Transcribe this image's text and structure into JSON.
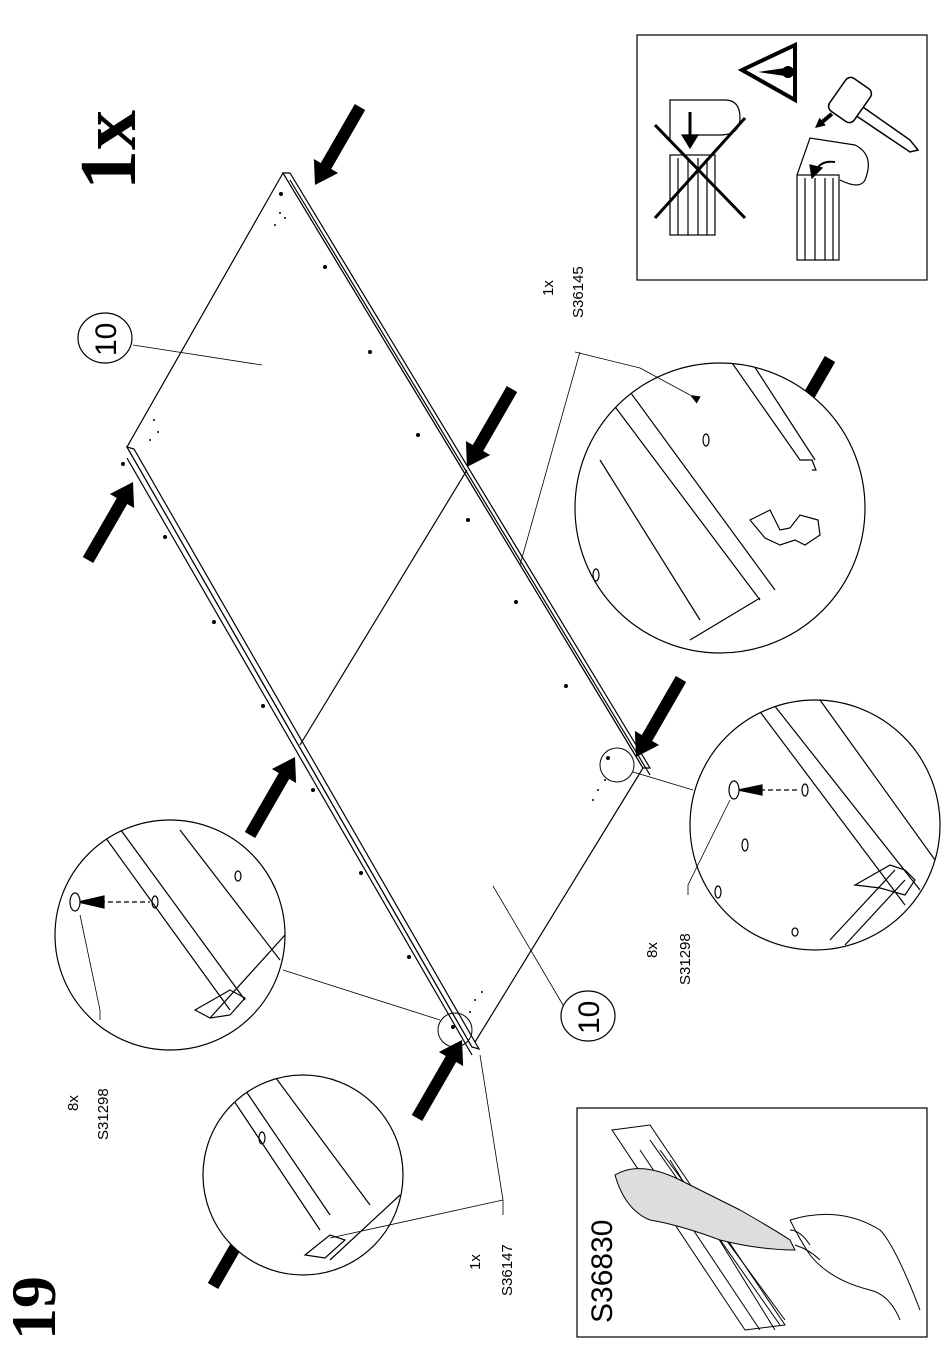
{
  "step_number": "19",
  "quantity": "1x",
  "part_number": "10",
  "callouts": {
    "profile_top": {
      "qty": "1x",
      "code": "S36145"
    },
    "profile_bottom": {
      "qty": "1x",
      "code": "S36147"
    },
    "screw_left": {
      "qty": "8x",
      "code": "S31298"
    },
    "screw_right": {
      "qty": "8x",
      "code": "S31298"
    }
  },
  "tape_box_code": "S36830",
  "warning_icon": "warning-triangle-icon",
  "hammer_icon": "hammer-icon",
  "line_color": "#000000"
}
